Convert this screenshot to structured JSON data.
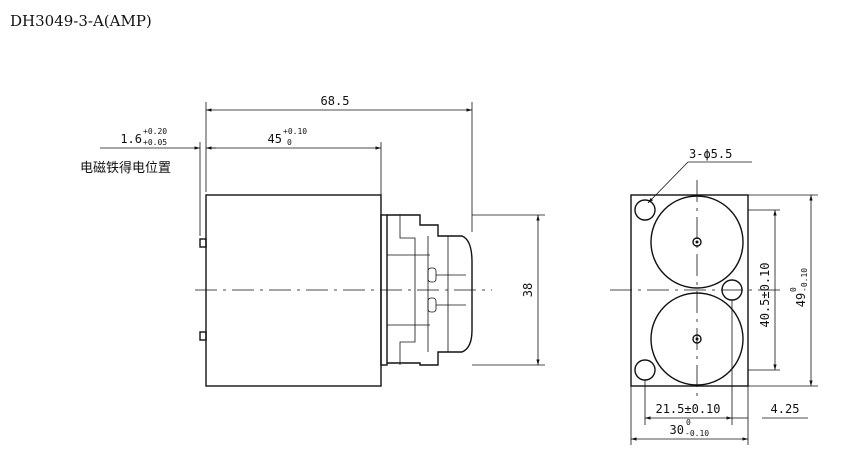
{
  "title": "DH3049-3-A(AMP)",
  "side_view": {
    "overall_length": "68.5",
    "body_length_base": "45",
    "body_length_tol_upper": "+0.10",
    "body_length_tol_lower": "0",
    "pin_offset_base": "1.6",
    "pin_offset_tol_upper": "+0.20",
    "pin_offset_tol_lower": "+0.05",
    "position_label": "电磁铁得电位置",
    "height": "38"
  },
  "front_view": {
    "hole_callout": "3-ϕ5.5",
    "hole_spacing_vertical": "40.5±0.10",
    "outer_height_base": "49",
    "outer_height_tol_upper": "0",
    "outer_height_tol_lower": "-0.10",
    "hole_spacing_horizontal": "21.5±0.10",
    "offset": "4.25",
    "outer_width_base": "30",
    "outer_width_tol_upper": "0",
    "outer_width_tol_lower": "-0.10"
  }
}
